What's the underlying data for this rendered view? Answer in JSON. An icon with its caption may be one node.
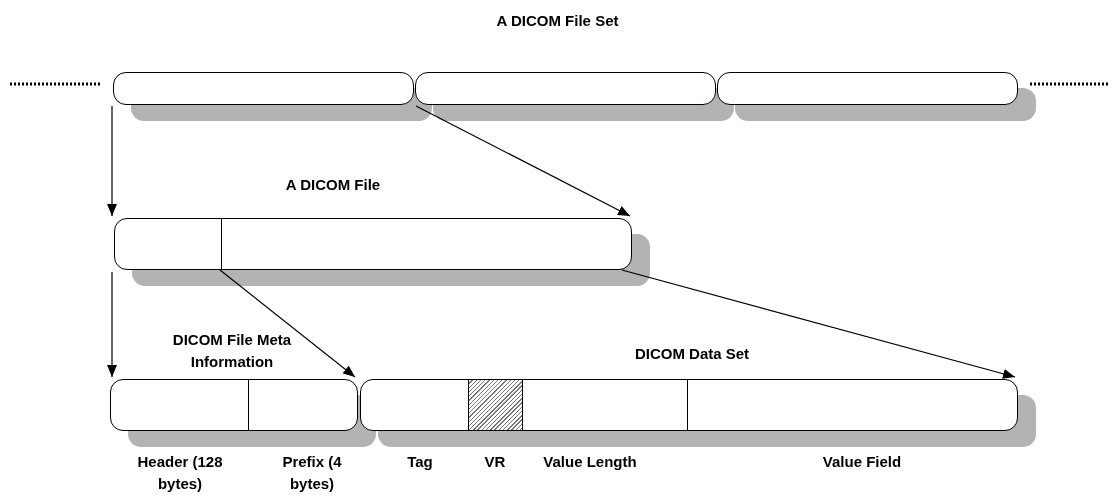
{
  "diagram": {
    "title": "A DICOM File Set",
    "nodes": [
      {
        "text": [],
        "shape": "box"
      },
      {
        "text": [],
        "shape": "box"
      },
      {
        "text": [],
        "shape": "box"
      },
      {
        "text": [
          "A DICOM File"
        ]
      },
      {
        "text": [
          "DICOM File Meta Information"
        ]
      },
      {
        "text": [
          "DICOM Data Set"
        ]
      }
    ],
    "edges": [
      {
        "from": 0,
        "to": 3,
        "arrow": "to"
      },
      {
        "from": 0,
        "to": 3,
        "arrow": "to"
      },
      {
        "from": 3,
        "to": 4,
        "arrow": "to"
      },
      {
        "from": 3,
        "to": 4,
        "arrow": "to"
      },
      {
        "from": 3,
        "to": 5,
        "arrow": "to"
      }
    ],
    "labels": [
      "Header (128 bytes)",
      "Prefix (4 bytes)",
      "Tag",
      "VR",
      "Value Length",
      "Value Field"
    ]
  }
}
